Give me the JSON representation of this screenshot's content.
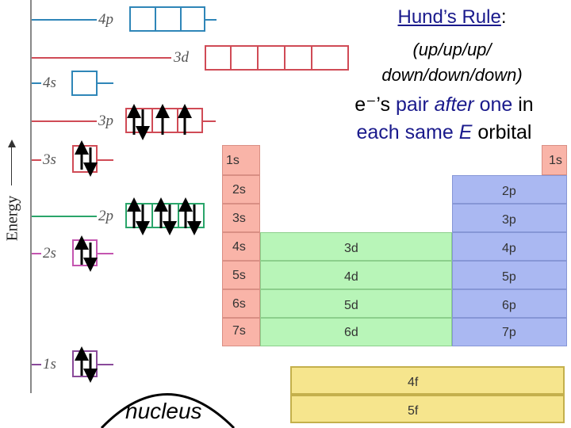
{
  "energy_axis": {
    "label": "Energy"
  },
  "levels": [
    {
      "id": "1s",
      "num": "1",
      "sub": "s"
    },
    {
      "id": "2s",
      "num": "2",
      "sub": "s"
    },
    {
      "id": "2p",
      "num": "2",
      "sub": "p"
    },
    {
      "id": "3s",
      "num": "3",
      "sub": "s"
    },
    {
      "id": "3p",
      "num": "3",
      "sub": "p"
    },
    {
      "id": "4s",
      "num": "4",
      "sub": "s"
    },
    {
      "id": "3d",
      "num": "3",
      "sub": "d"
    },
    {
      "id": "4p",
      "num": "4",
      "sub": "p"
    }
  ],
  "nucleus": {
    "label": "nucleus"
  },
  "hund": {
    "title": "Hund’s Rule",
    "colon": ":",
    "line1": "(up/up/up/",
    "line2": "down/down/down)",
    "l3_a": "e⁻’s ",
    "l3_b": "pair",
    "l3_c": " ",
    "l3_d": "after",
    "l3_e": " one",
    "l3_f": " in",
    "l4_a": "each same ",
    "l4_b": "E",
    "l4_c": " orbital"
  },
  "colors": {
    "title": "#1a1a8c",
    "highlight": "#1a1a8c",
    "s_block": "#f9b4a8",
    "d_block": "#b8f5b8",
    "p_block": "#aab8f2",
    "f_block": "#f6e58d"
  },
  "table": {
    "s_left": [
      "1s",
      "2s",
      "3s",
      "4s",
      "5s",
      "6s",
      "7s"
    ],
    "s_right": "1s",
    "d": [
      "3d",
      "4d",
      "5d",
      "6d"
    ],
    "p": [
      "2p",
      "3p",
      "4p",
      "5p",
      "6p",
      "7p"
    ],
    "f": [
      "4f",
      "5f"
    ]
  }
}
